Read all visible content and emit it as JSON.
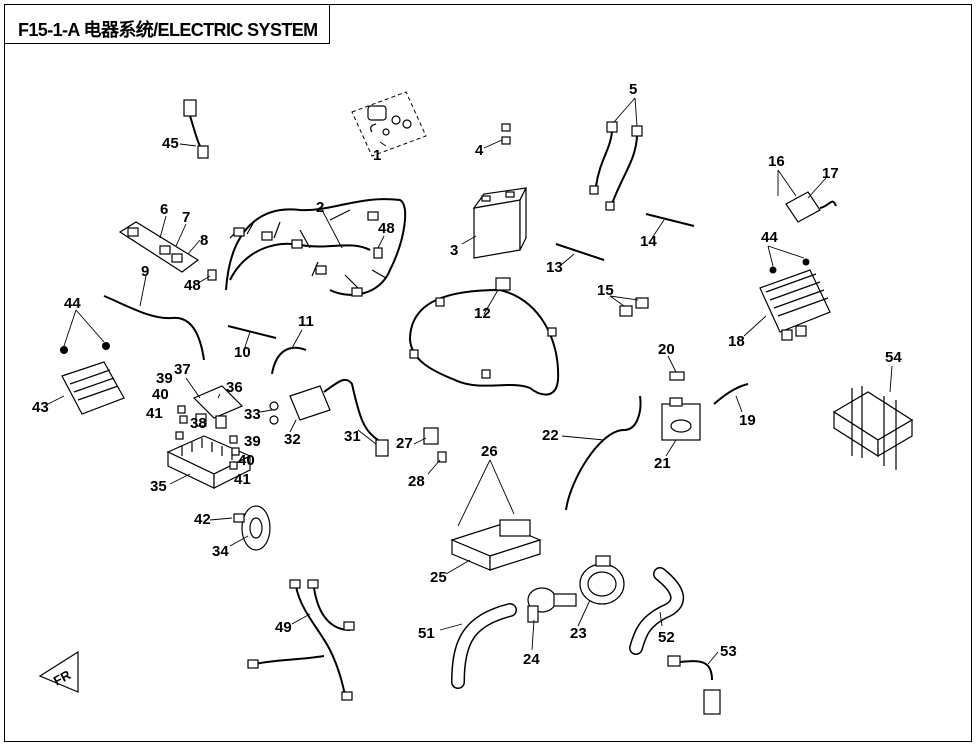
{
  "title": "F15-1-A  电器系统/ELECTRIC SYSTEM",
  "callouts": {
    "c1": "1",
    "c2": "2",
    "c3": "3",
    "c4": "4",
    "c5": "5",
    "c6": "6",
    "c7": "7",
    "c8": "8",
    "c9": "9",
    "c10": "10",
    "c11": "11",
    "c12": "12",
    "c13": "13",
    "c14": "14",
    "c15": "15",
    "c16": "16",
    "c17": "17",
    "c18": "18",
    "c19": "19",
    "c20": "20",
    "c21": "21",
    "c22": "22",
    "c23": "23",
    "c24": "24",
    "c25": "25",
    "c26": "26",
    "c27": "27",
    "c28": "28",
    "c31": "31",
    "c32": "32",
    "c33": "33",
    "c34": "34",
    "c35": "35",
    "c36": "36",
    "c37": "37",
    "c38": "38",
    "c39a": "39",
    "c39b": "39",
    "c40a": "40",
    "c40b": "40",
    "c41a": "41",
    "c41b": "41",
    "c42": "42",
    "c43": "43",
    "c44a": "44",
    "c44b": "44",
    "c45": "45",
    "c48a": "48",
    "c48b": "48",
    "c49": "49",
    "c51": "51",
    "c52": "52",
    "c53": "53",
    "c54": "54"
  },
  "front_mark": "FR"
}
